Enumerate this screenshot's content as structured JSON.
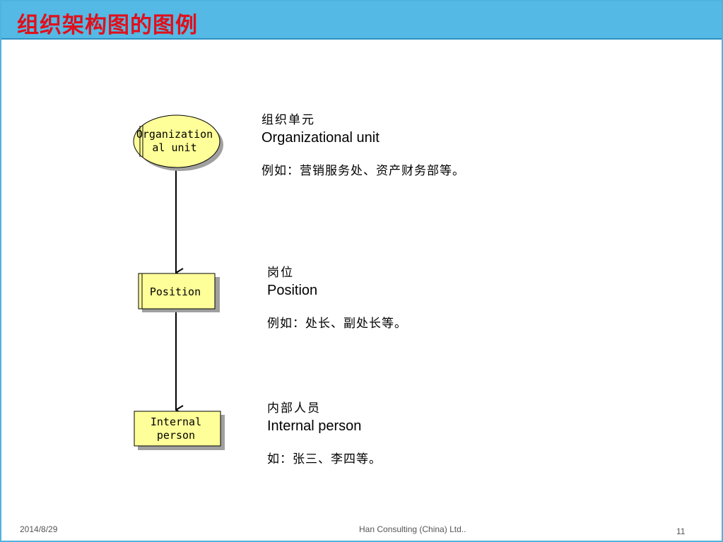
{
  "slide": {
    "title": "组织架构图的图例"
  },
  "diagram": {
    "nodes": [
      {
        "id": "org-unit",
        "shape": "ellipse",
        "label_lines": [
          "Organization",
          "al unit"
        ]
      },
      {
        "id": "position",
        "shape": "rect",
        "label_lines": [
          "Position"
        ]
      },
      {
        "id": "internal-person",
        "shape": "rect",
        "label_lines": [
          "Internal",
          "person"
        ]
      }
    ],
    "edges": [
      {
        "from": "org-unit",
        "to": "position"
      },
      {
        "from": "position",
        "to": "internal-person"
      }
    ],
    "colors": {
      "node_fill": "#ffff99",
      "node_stroke": "#000000",
      "shadow": "#a0a0a0",
      "edge": "#000000"
    }
  },
  "legend": [
    {
      "cn": "组织单元",
      "en": "Organizational unit",
      "example": "例如：营销服务处、资产财务部等。"
    },
    {
      "cn": "岗位",
      "en": "Position",
      "example": "例如：处长、副处长等。"
    },
    {
      "cn": "内部人员",
      "en": "Internal person",
      "example": "如：张三、李四等。"
    }
  ],
  "footer": {
    "date": "2014/8/29",
    "company": "Han Consulting (China) Ltd..",
    "page": "11"
  },
  "colors": {
    "title_bar": "#54b9e4",
    "title_text": "#e0101c",
    "frame": "#4fb3e0"
  }
}
